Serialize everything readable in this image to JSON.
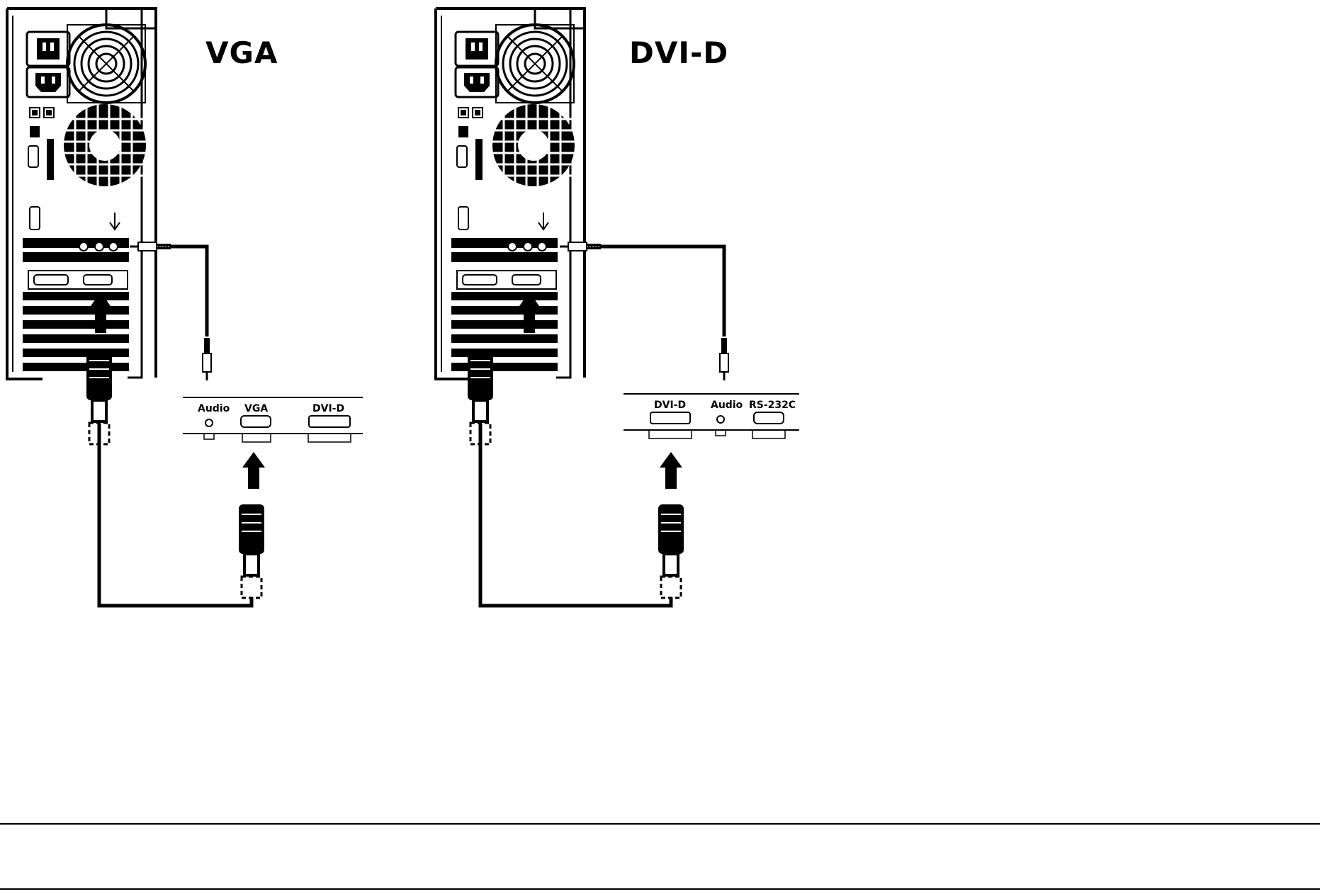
{
  "diagrams": [
    {
      "title": "VGA",
      "panel_ports": [
        "Audio",
        "VGA",
        "DVI-D"
      ]
    },
    {
      "title": "DVI-D",
      "panel_ports": [
        "DVI-D",
        "Audio",
        "RS-232C"
      ]
    }
  ]
}
